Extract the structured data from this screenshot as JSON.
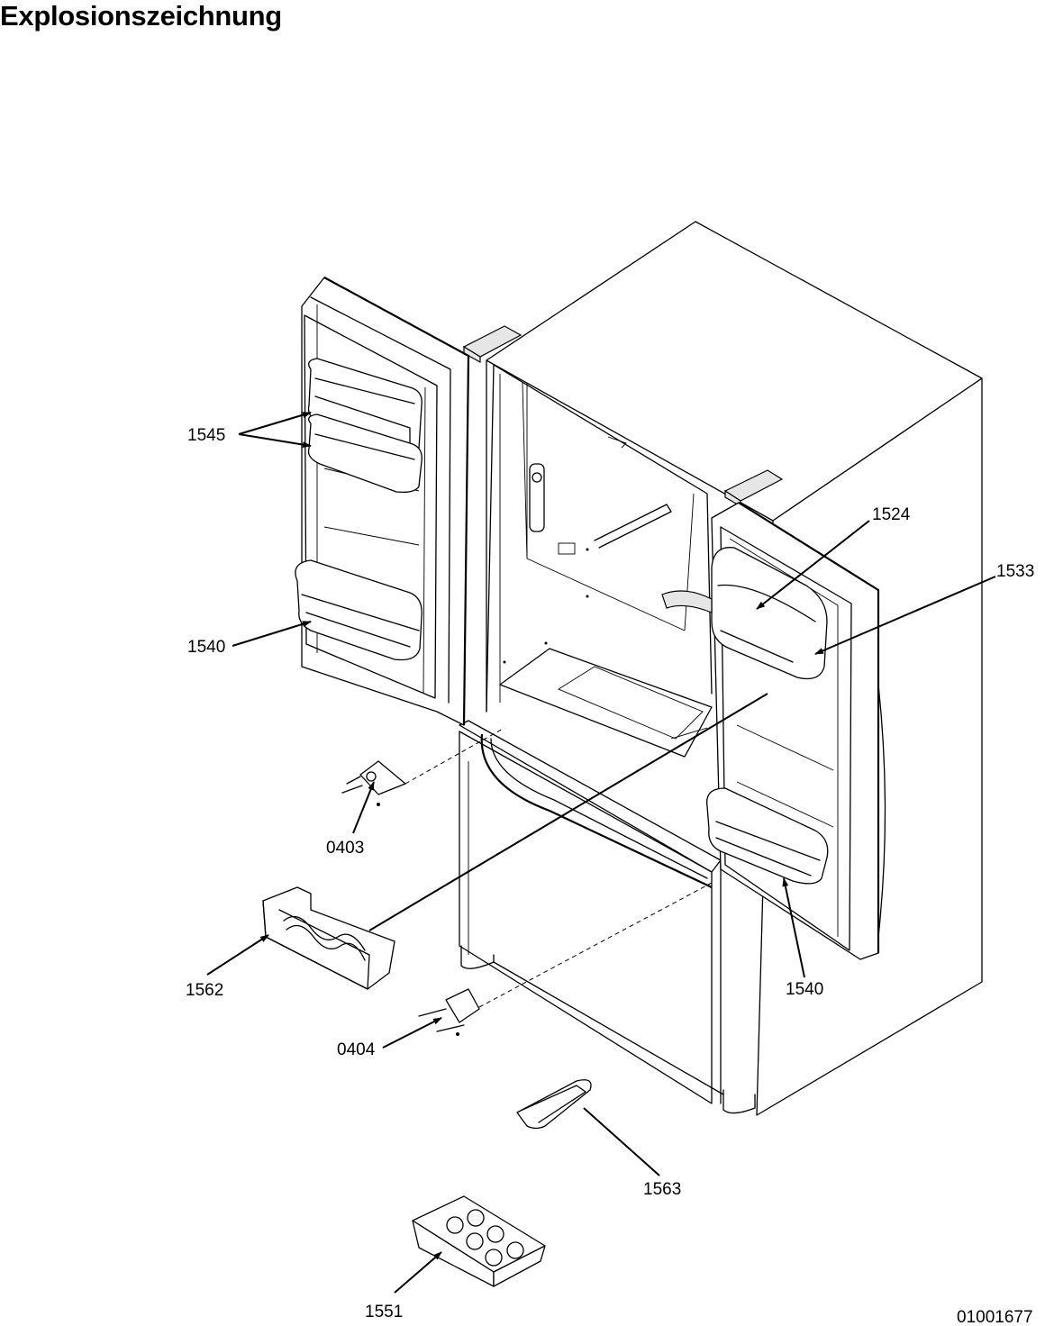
{
  "title": "Explosionszeichnung",
  "drawing_number": "01001677",
  "part_labels": {
    "p1545": "1545",
    "p1540_left": "1540",
    "p1524": "1524",
    "p1533": "1533",
    "p0403": "0403",
    "p1562": "1562",
    "p1540_right": "1540",
    "p0404": "0404",
    "p1563": "1563",
    "p1551": "1551"
  }
}
